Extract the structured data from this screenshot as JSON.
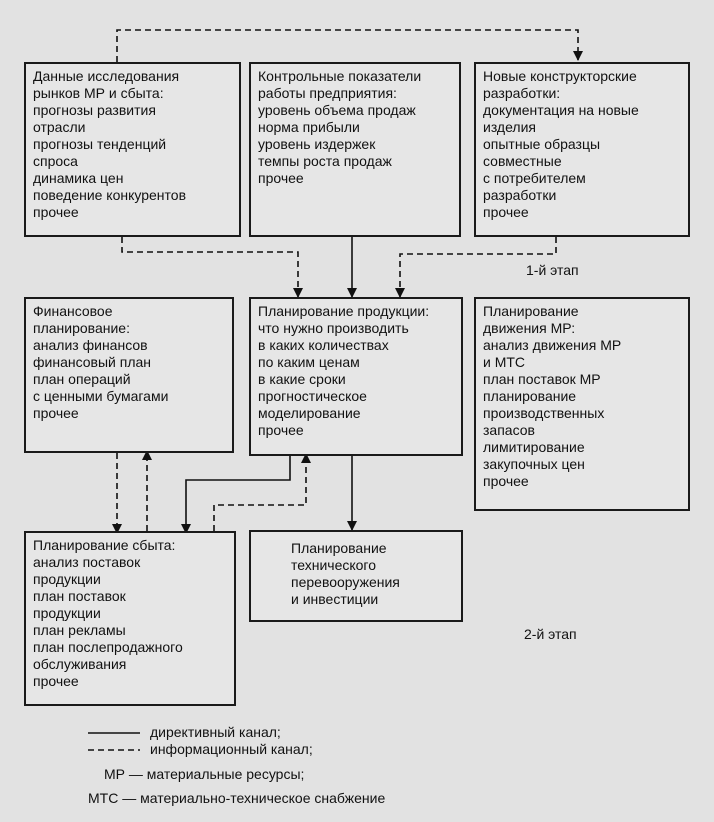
{
  "boxes": {
    "market": {
      "title": "Данные исследования\nрынков МР и сбыта:",
      "items": "прогнозы развития\nотрасли\nпрогнозы тенденций\nспроса\nдинамика цен\nповедение конкурентов\nпрочее"
    },
    "control": {
      "title": "Контрольные показатели\nработы предприятия:",
      "items": "уровень объема продаж\nнорма прибыли\nуровень издержек\nтемпы роста продаж\nпрочее"
    },
    "design": {
      "title": "Новые конструкторские\nразработки:",
      "items": "документация на новые\nизделия\nопытные образцы\nсовместные\nс потребителем\nразработки\nпрочее"
    },
    "finance": {
      "title": "Финансовое\nпланирование:",
      "items": "анализ финансов\nфинансовый план\nплан операций\nс ценными бумагами\nпрочее"
    },
    "production": {
      "title": "Планирование продукции:",
      "items": "что нужно производить\nв каких количествах\nпо каким ценам\nв какие сроки\nпрогностическое\nмоделирование\nпрочее"
    },
    "movement": {
      "title": "Планирование\nдвижения МР:",
      "items": "анализ движения МР\nи МТС\nплан поставок МР\nпланирование\nпроизводственных\nзапасов\nлимитирование\nзакупочных цен\nпрочее"
    },
    "sales": {
      "title": "Планирование сбыта:",
      "items": "анализ поставок\nпродукции\nплан поставок\nпродукции\nплан рекламы\nплан послепродажного\nобслуживания\nпрочее"
    },
    "tech": {
      "title": "Планирование\nтехнического\nперевооружения\nи инвестиции",
      "items": ""
    }
  },
  "stages": {
    "first": "1-й этап",
    "second": "2-й этап"
  },
  "legend": {
    "directive": "директивный канал;",
    "informational": "информационный канал;",
    "mr": "МР — материальные ресурсы;",
    "mts": "МТС — материально-техническое снабжение"
  }
}
